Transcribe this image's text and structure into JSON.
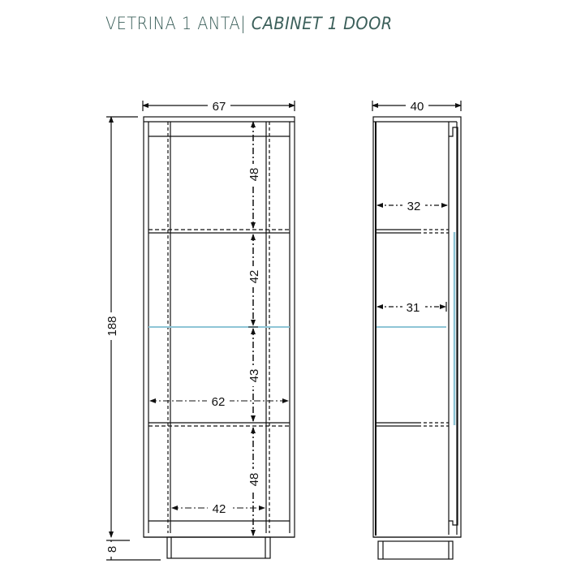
{
  "title": {
    "italian": "VETRINA 1 ANTA",
    "separator": "|",
    "english": "CABINET 1 DOOR"
  },
  "colors": {
    "title": "#3b5f5a",
    "lines": "#111111",
    "glass_shelf": "#8ec5d6"
  },
  "front_view": {
    "width_label": "67",
    "height_label": "188",
    "base_label": "8",
    "compartments": [
      "48",
      "42",
      "43",
      "48"
    ],
    "inner_width_label": "62",
    "door_inner_width_label": "42"
  },
  "side_view": {
    "depth_label": "40",
    "upper_depth_label": "32",
    "glass_depth_label": "31"
  }
}
